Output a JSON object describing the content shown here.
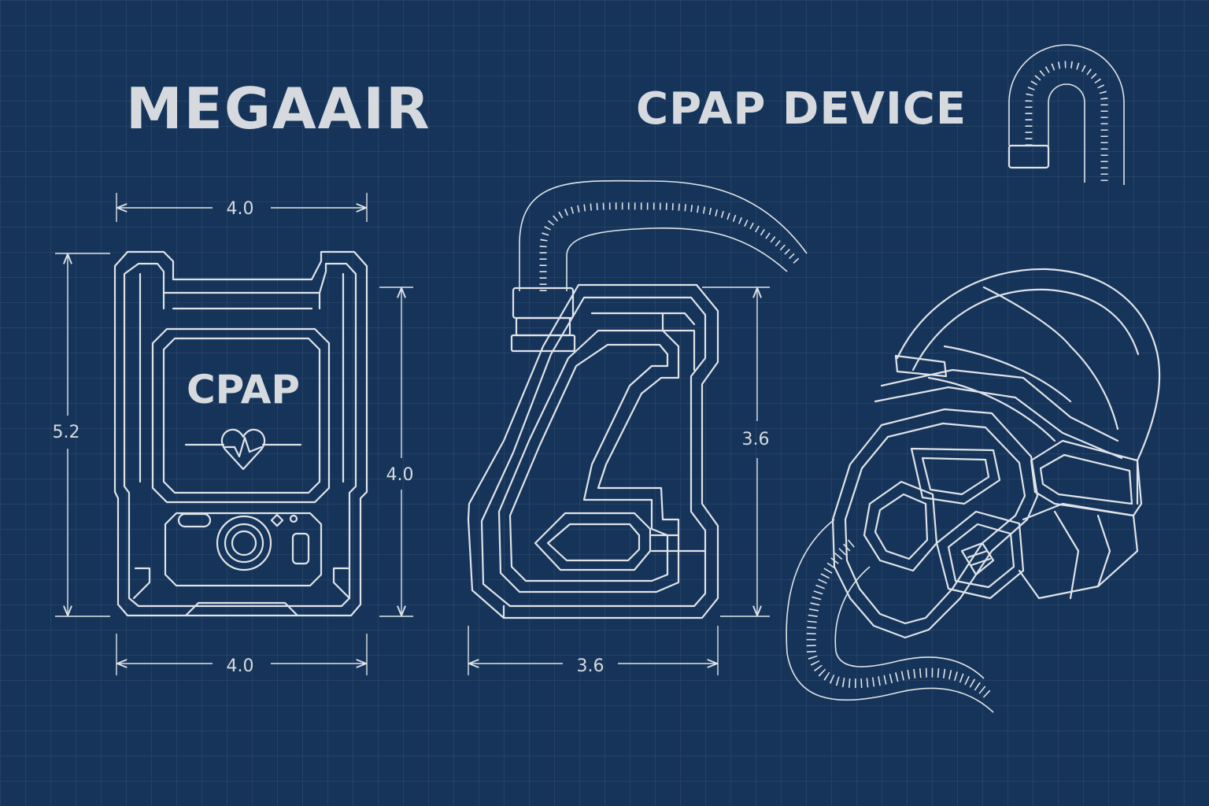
{
  "header": {
    "brand": "MEGAAIR",
    "product": "CPAP DEVICE"
  },
  "front_view": {
    "screen_label": "CPAP",
    "width_top": "4.0",
    "width_bottom": "4.0",
    "height_overall": "5.2",
    "height_body": "4.0"
  },
  "side_view": {
    "height": "3.6",
    "width": "3.6"
  },
  "icons": [
    "heart-pulse-icon",
    "power-button-icon",
    "hose-icon",
    "mask-icon"
  ],
  "colors": {
    "background": "#16345a",
    "line": "#dfe3e8",
    "text": "#d6dadf"
  }
}
